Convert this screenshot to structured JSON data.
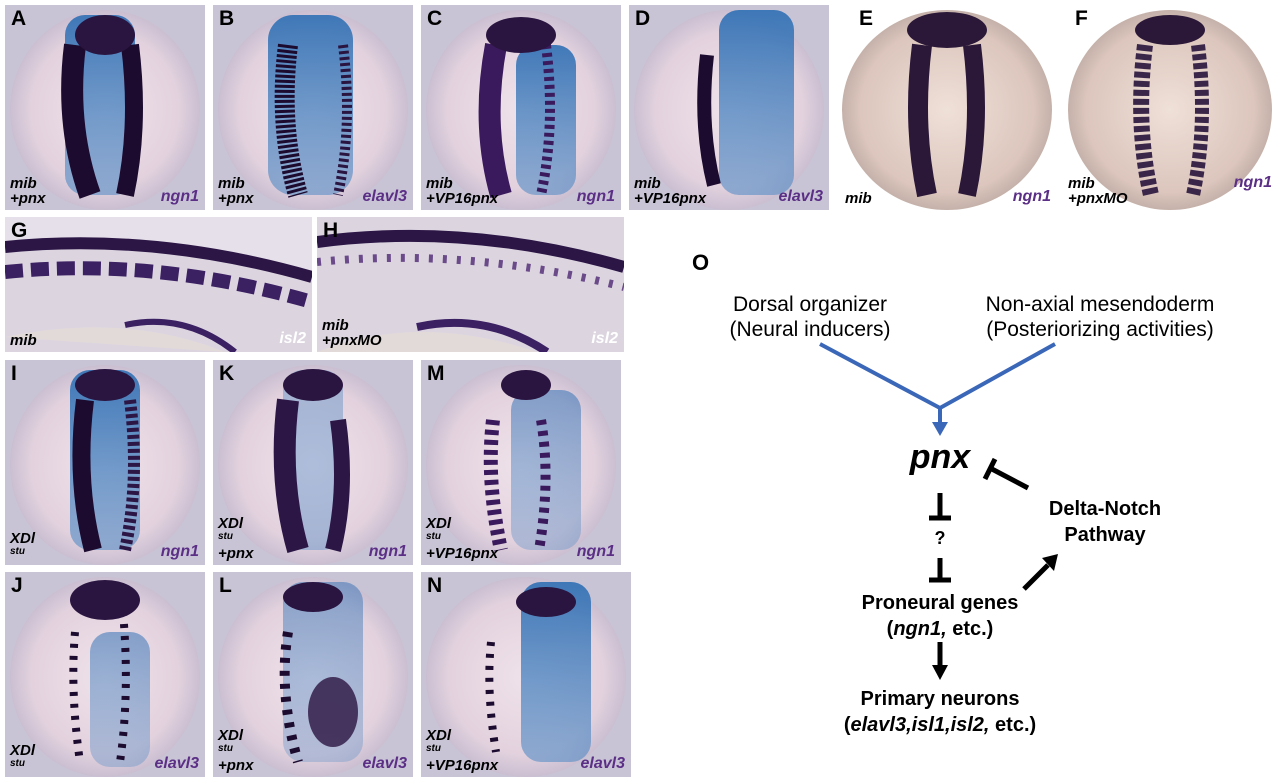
{
  "panels": [
    {
      "id": "A",
      "tl1": "mib",
      "tl2": "+pnx",
      "gene": "ngn1"
    },
    {
      "id": "B",
      "tl1": "mib",
      "tl2": "+pnx",
      "gene": "elavl3"
    },
    {
      "id": "C",
      "tl1": "mib",
      "tl2": "+VP16pnx",
      "gene": "ngn1"
    },
    {
      "id": "D",
      "tl1": "mib",
      "tl2": "+VP16pnx",
      "gene": "elavl3"
    },
    {
      "id": "E",
      "tl1": "mib",
      "tl2": "",
      "gene": "ngn1"
    },
    {
      "id": "F",
      "tl1": "mib",
      "tl2": "+pnxMO",
      "gene": "ngn1"
    },
    {
      "id": "G",
      "tl1": "mib",
      "tl2": "",
      "gene": "isl2"
    },
    {
      "id": "H",
      "tl1": "mib",
      "tl2": "+pnxMO",
      "gene": "isl2"
    },
    {
      "id": "I",
      "tl1": "XDl",
      "sup": "stu",
      "tl2": "",
      "gene": "ngn1"
    },
    {
      "id": "K",
      "tl1": "XDl",
      "sup": "stu",
      "tl2": "+pnx",
      "gene": "ngn1"
    },
    {
      "id": "M",
      "tl1": "XDl",
      "sup": "stu",
      "tl2": "+VP16pnx",
      "gene": "ngn1"
    },
    {
      "id": "J",
      "tl1": "XDl",
      "sup": "stu",
      "tl2": "",
      "gene": "elavl3"
    },
    {
      "id": "L",
      "tl1": "XDl",
      "sup": "stu",
      "tl2": "+pnx",
      "gene": "elavl3"
    },
    {
      "id": "N",
      "tl1": "XDl",
      "sup": "stu",
      "tl2": "+VP16pnx",
      "gene": "elavl3"
    }
  ],
  "diagram": {
    "label": "O",
    "left_1": "Dorsal  organizer",
    "left_2": "(Neural inducers)",
    "right_1": "Non-axial mesendoderm",
    "right_2": "(Posteriorizing activities)",
    "center": "pnx",
    "question": "?",
    "delta_1": "Delta-Notch",
    "delta_2": "Pathway",
    "proneural_1": "Proneural genes",
    "proneural_2a": "ngn1,",
    "proneural_2b": " etc.)",
    "primary_1": "Primary neurons",
    "primary_2a": "elavl3,isl1,isl2,",
    "primary_2b": " etc.)",
    "arrow_color": "#3b67b8"
  }
}
